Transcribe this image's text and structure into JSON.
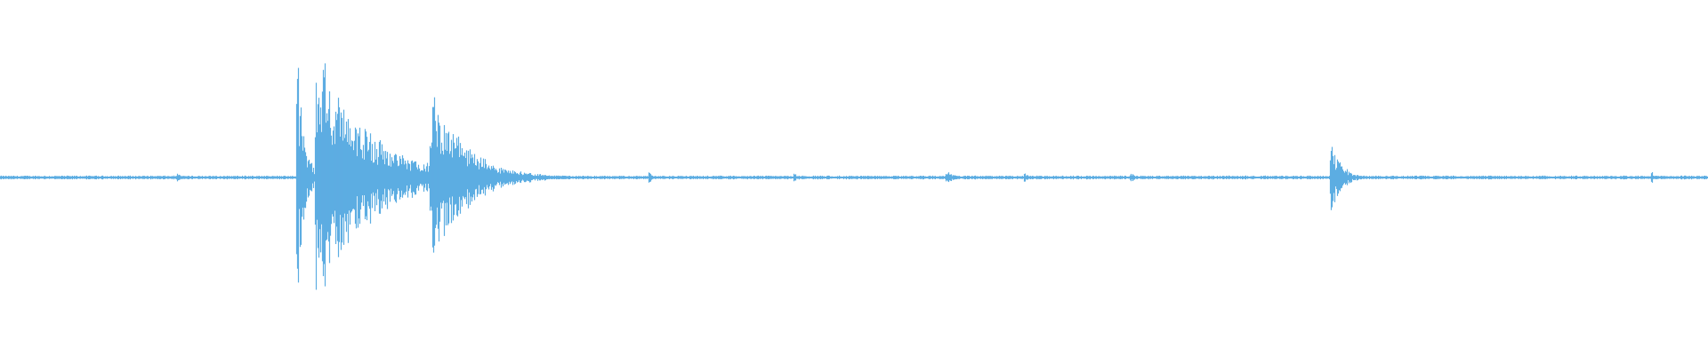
{
  "waveform": {
    "color": "#5dade2",
    "background": "#ffffff",
    "baseline_amplitude": 0.012,
    "transients": [
      {
        "position": 0.104,
        "amplitude": 0.03,
        "decay": 0.002
      },
      {
        "position": 0.174,
        "amplitude": 0.76,
        "decay": 0.004
      },
      {
        "position": 0.185,
        "amplitude": 0.81,
        "decay": 0.03
      },
      {
        "position": 0.218,
        "amplitude": 0.08,
        "decay": 0.002
      },
      {
        "position": 0.252,
        "amplitude": 0.56,
        "decay": 0.02
      },
      {
        "position": 0.38,
        "amplitude": 0.04,
        "decay": 0.002
      },
      {
        "position": 0.465,
        "amplitude": 0.03,
        "decay": 0.002
      },
      {
        "position": 0.554,
        "amplitude": 0.05,
        "decay": 0.004
      },
      {
        "position": 0.6,
        "amplitude": 0.03,
        "decay": 0.002
      },
      {
        "position": 0.662,
        "amplitude": 0.04,
        "decay": 0.002
      },
      {
        "position": 0.779,
        "amplitude": 0.25,
        "decay": 0.006
      },
      {
        "position": 0.967,
        "amplitude": 0.04,
        "decay": 0.002
      }
    ]
  }
}
